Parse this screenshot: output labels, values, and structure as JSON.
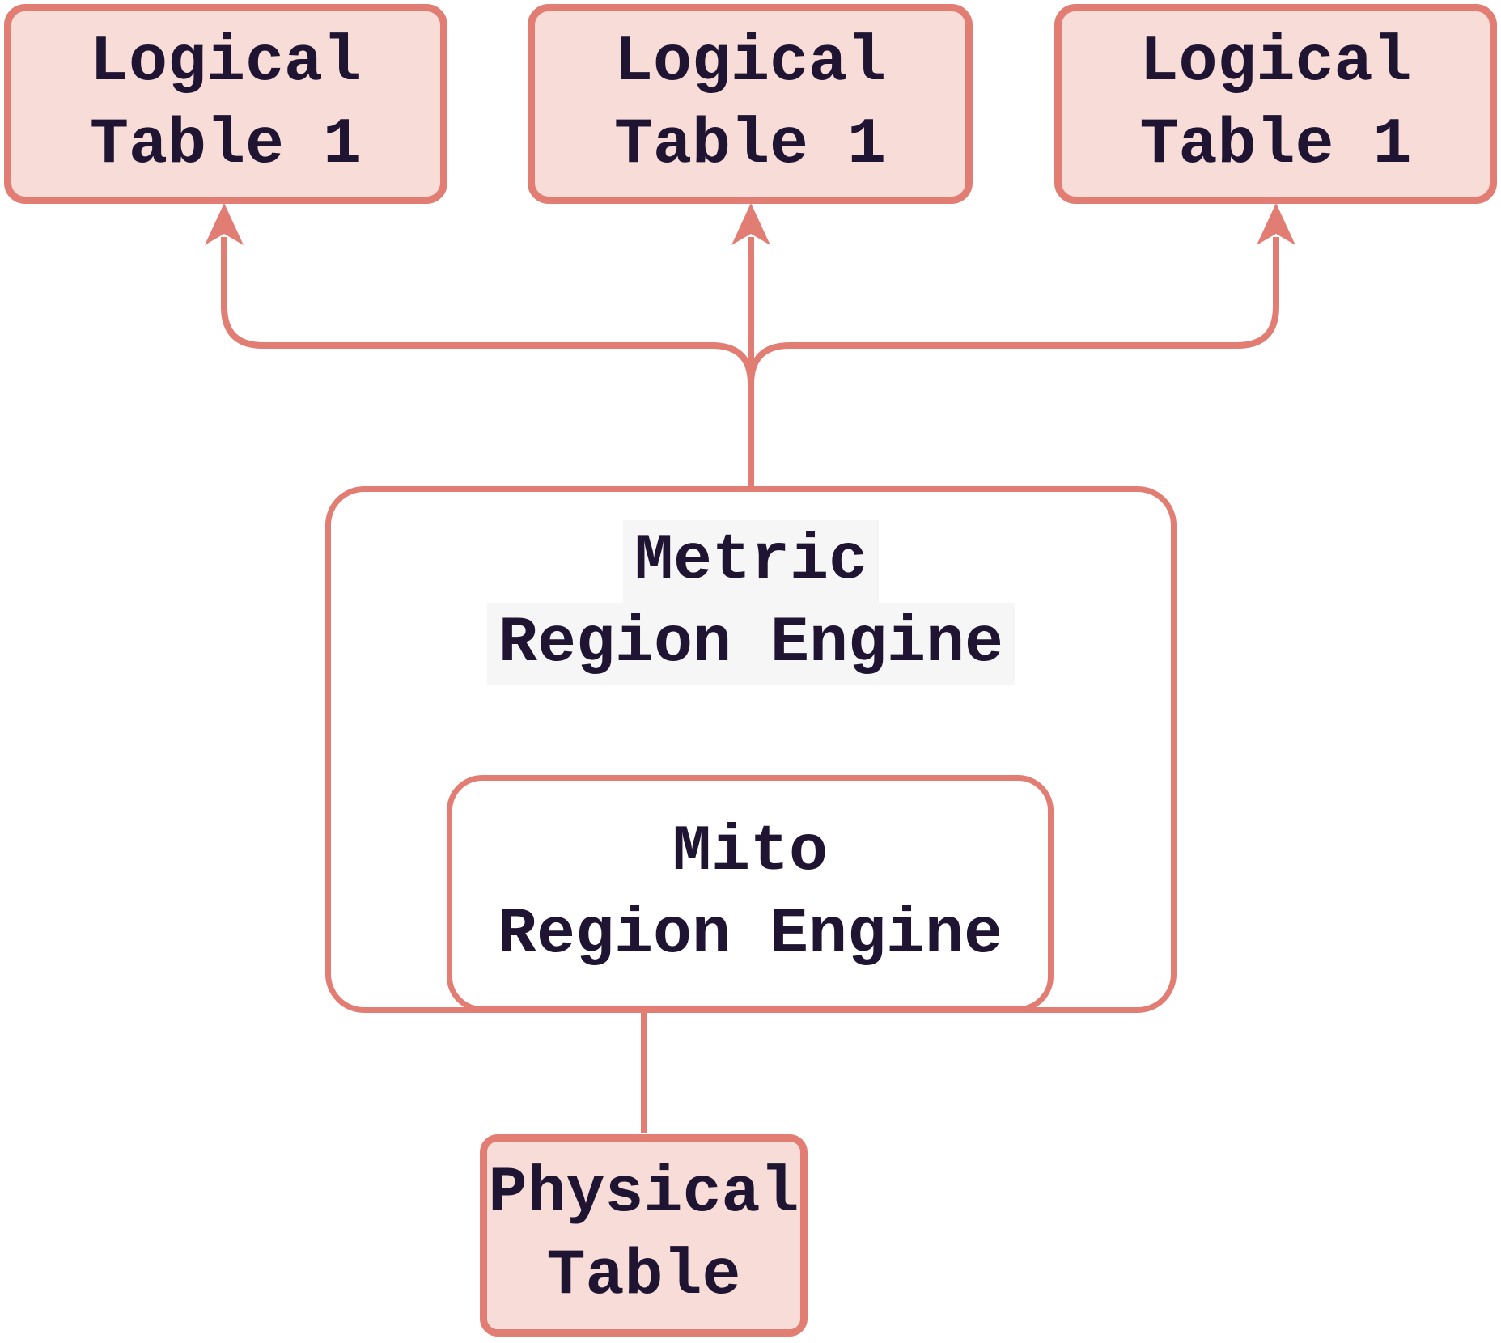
{
  "diagram": {
    "colors": {
      "stroke": "#e27d73",
      "node_fill_pink": "#f8dcd8",
      "node_fill_white": "#ffffff",
      "text": "#1f1533",
      "label_highlight": "#f6f6f6",
      "background": "#ffffff"
    },
    "nodes": {
      "logical_table_a": {
        "label": "Logical Table 1",
        "line1": "Logical",
        "line2": "Table 1"
      },
      "logical_table_b": {
        "label": "Logical Table 1",
        "line1": "Logical",
        "line2": "Table 1"
      },
      "logical_table_c": {
        "label": "Logical Table 1",
        "line1": "Logical",
        "line2": "Table 1"
      },
      "metric_region_engine": {
        "label": "Metric Region Engine",
        "line1": "Metric",
        "line2": "Region Engine"
      },
      "mito_region_engine": {
        "label": "Mito Region Engine",
        "line1": "Mito",
        "line2": "Region Engine"
      },
      "physical_table": {
        "label": "Physical Table",
        "line1": "Physical",
        "line2": "Table"
      }
    },
    "edges": [
      {
        "from": "metric_region_engine",
        "to": "logical_table_a",
        "arrow": "up"
      },
      {
        "from": "metric_region_engine",
        "to": "logical_table_b",
        "arrow": "up"
      },
      {
        "from": "metric_region_engine",
        "to": "logical_table_c",
        "arrow": "up"
      },
      {
        "from": "physical_table",
        "to": "mito_region_engine",
        "arrow": "up"
      }
    ]
  }
}
